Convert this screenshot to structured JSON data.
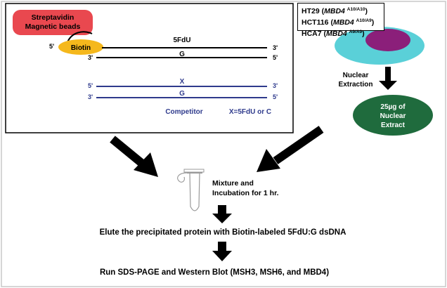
{
  "pulldown": {
    "beads_label_line1": "Streptavidin",
    "beads_label_line2": "Magnetic beads",
    "biotin_label": "Biotin",
    "probe_top_5prime": "5'",
    "probe_top_center": "5FdU",
    "probe_top_3prime": "3'",
    "probe_bottom_3prime": "3'",
    "probe_bottom_center": "G",
    "probe_bottom_5prime": "5'",
    "competitor_top_5prime": "5'",
    "competitor_top_center": "X",
    "competitor_top_3prime": "3'",
    "competitor_bottom_3prime": "3'",
    "competitor_bottom_center": "G",
    "competitor_bottom_5prime": "5'",
    "competitor_label": "Competitor",
    "x_definition": "X=5FdU or C"
  },
  "cell_lines": [
    {
      "name": "HT29",
      "gene": "MBD4",
      "genotype": "A10/A10"
    },
    {
      "name": "HCT116",
      "gene": "MBD4",
      "genotype": "A10/A9"
    },
    {
      "name": "HCA7",
      "gene": "MBD4",
      "genotype": "A9/A9"
    }
  ],
  "nuclear": {
    "extraction_line1": "Nuclear",
    "extraction_line2": "Extraction",
    "extract_line1": "25µg of",
    "extract_line2": "Nuclear",
    "extract_line3": "Extract"
  },
  "steps": {
    "mixture_line1": "Mixture and",
    "mixture_line2": "Incubation for 1 hr.",
    "elute": "Elute the precipitated protein with Biotin-labeled 5FdU:G dsDNA",
    "run": "Run SDS-PAGE and Western Blot (MSH3, MSH6, and MBD4)"
  },
  "colors": {
    "beads": "#e9484f",
    "biotin": "#f5b81c",
    "competitor": "#2e3a8c",
    "dish_rim": "#5ad0d8",
    "nucleus": "#8b1f7a",
    "extract": "#1f6b3d"
  }
}
